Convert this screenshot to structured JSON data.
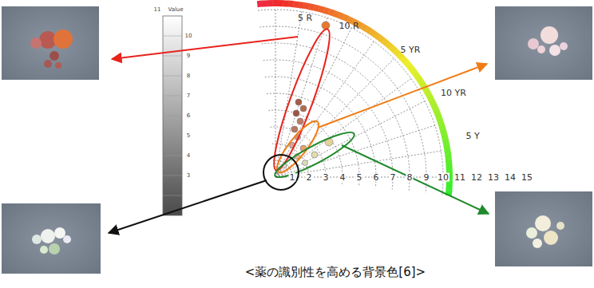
{
  "diagram": {
    "caption": "<薬の識別性を高める背景色[6]>",
    "labels": [
      "5 R",
      "10 R",
      "5 YR",
      "10 YR",
      "5 Y",
      "1",
      "2",
      "3",
      "4",
      "5",
      "6",
      "7",
      "8",
      "9",
      "10",
      "11",
      "12",
      "13",
      "14",
      "15",
      "11",
      "Value",
      "10",
      "9",
      "8",
      "7",
      "6",
      "5",
      "4",
      "3"
    ]
  }
}
